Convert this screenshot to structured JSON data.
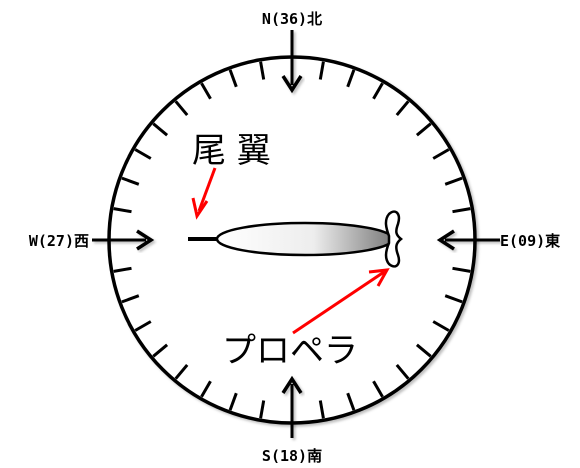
{
  "directions": {
    "north": "N(36)北",
    "south": "S(18)南",
    "east": "E(09)東",
    "west": "W(27)西"
  },
  "callouts": {
    "tail": "尾 翼",
    "propeller": "プロペラ"
  },
  "colors": {
    "ink": "#000000",
    "arrow_red": "#ff0000",
    "fuselage_dark": "#7a7a7a",
    "fuselage_light": "#ffffff"
  },
  "ticks_count": 36
}
